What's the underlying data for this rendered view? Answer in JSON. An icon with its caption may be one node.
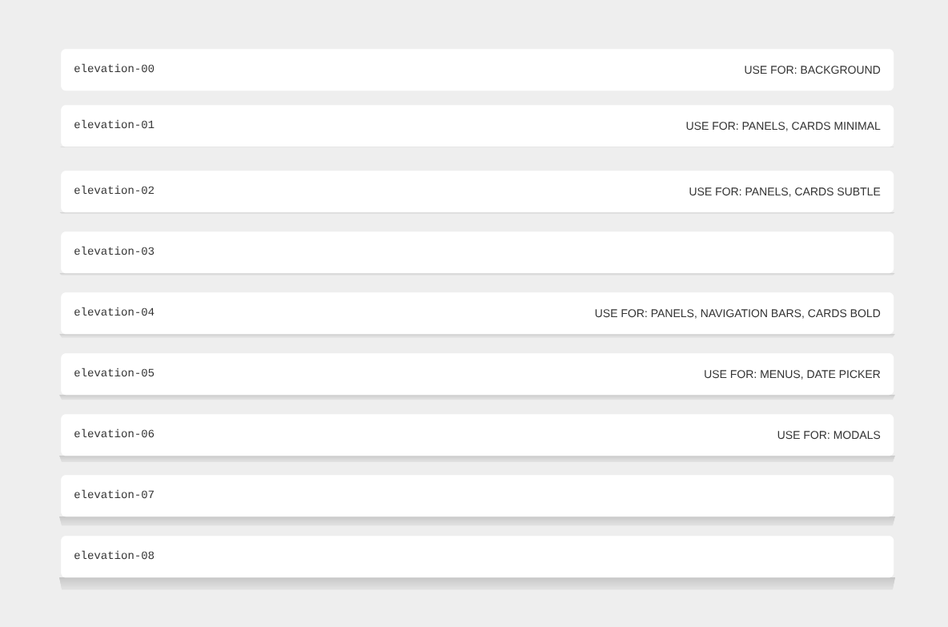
{
  "diagram": {
    "nodes": [
      {
        "text": [
          "elevation-00",
          "USE FOR: BACKGROUND"
        ]
      },
      {
        "text": [
          "elevation-01",
          "USE FOR: PANELS, CARDS MINIMAL"
        ]
      },
      {
        "text": [
          "elevation-02",
          "USE FOR: PANELS, CARDS SUBTLE"
        ]
      },
      {
        "text": [
          "elevation-03"
        ]
      },
      {
        "text": [
          "elevation-04",
          "USE FOR: PANELS, NAVIGATION BARS, CARDS BOLD"
        ]
      },
      {
        "text": [
          "elevation-05",
          "USE FOR: MENUS, DATE PICKER"
        ]
      },
      {
        "text": [
          "elevation-06",
          "USE FOR: MODALS"
        ]
      },
      {
        "text": [
          "elevation-07"
        ]
      },
      {
        "text": [
          "elevation-08"
        ]
      }
    ]
  }
}
